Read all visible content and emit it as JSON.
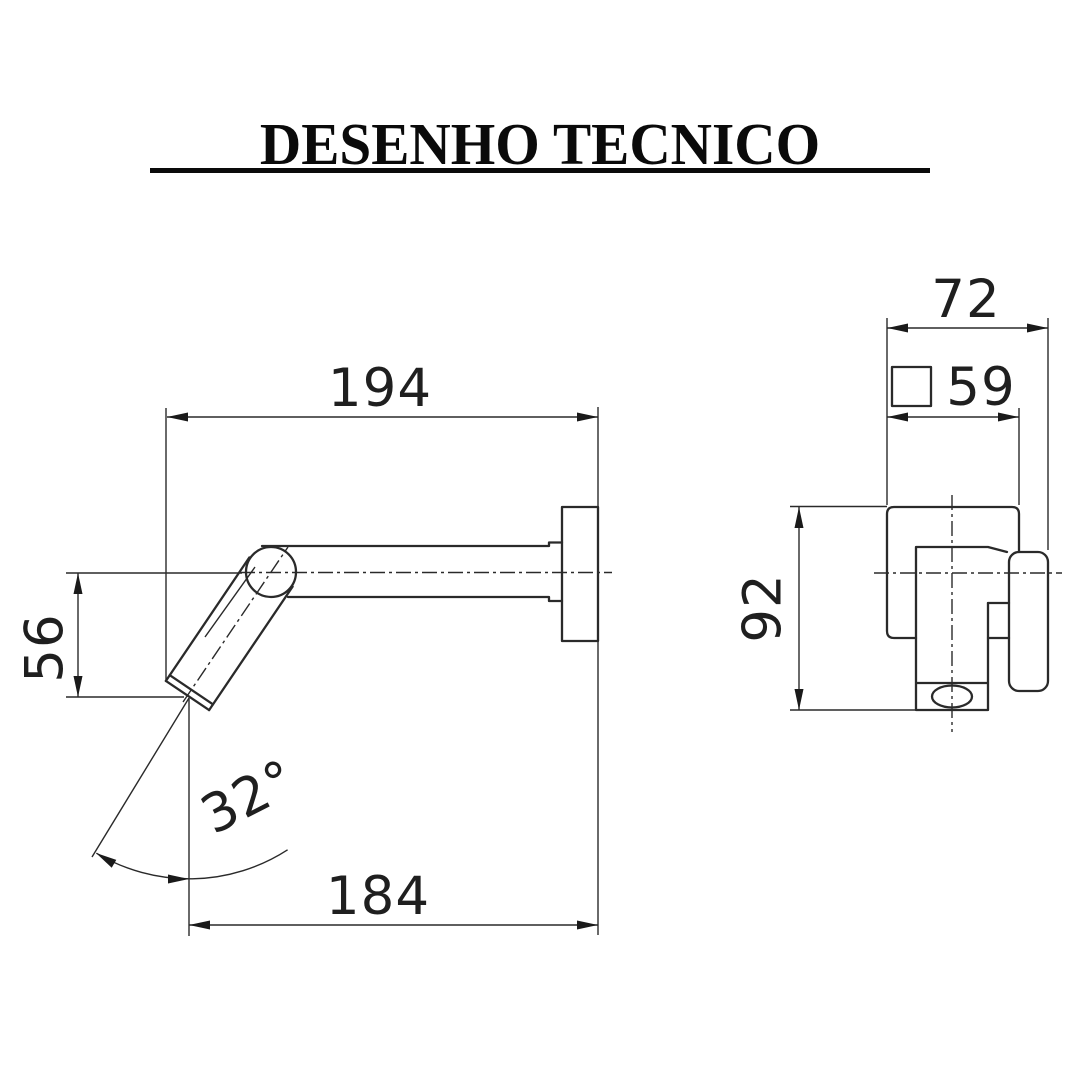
{
  "title": {
    "text": "DESENHO TECNICO"
  },
  "side_view": {
    "dim_overall_length": "194",
    "dim_spout_drop": "56",
    "dim_projection": "184",
    "dim_angle": "32°"
  },
  "front_view": {
    "dim_overall_width": "72",
    "dim_plate_square": "59",
    "dim_overall_height": "92"
  },
  "symbols": {
    "square_symbol": "square-dimension-symbol"
  },
  "colors": {
    "line": "#2a2a2a",
    "background": "#ffffff"
  }
}
